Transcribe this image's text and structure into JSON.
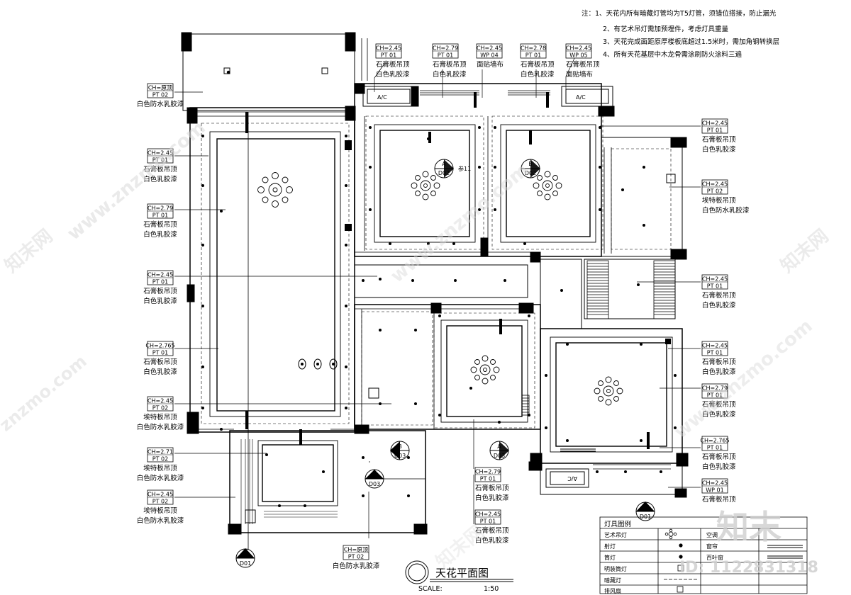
{
  "notes": [
    "注：1、天花内所有暗藏灯管均为T5灯管，须错位搭接，防止漏光",
    "2、有艺术吊灯需加预埋件，考虑灯具重量",
    "3、天花完成面距原厚楼板底超过1.5米时，需加角钢转换层",
    "4、所有天花基层中木龙骨需涂刷防火涂料三遍"
  ],
  "ac_label": "A/C",
  "callout_aside": "参11",
  "drawing_title": "天花平面图",
  "scale_label": "SCALE:",
  "scale_value": "1:50",
  "tags": [
    {
      "ch": "CH=原顶",
      "code": "PT 02",
      "l1": "白色防水乳胶漆",
      "l2": ""
    },
    {
      "ch": "CH=2.45",
      "code": "PT 01",
      "l1": "石膏板吊顶",
      "l2": "白色乳胶漆"
    },
    {
      "ch": "CH=2.79",
      "code": "PT 01",
      "l1": "石膏板吊顶",
      "l2": "白色乳胶漆"
    },
    {
      "ch": "CH=2.45",
      "code": "PT 01",
      "l1": "石膏板吊顶",
      "l2": "白色乳胶漆"
    },
    {
      "ch": "CH=2.765",
      "code": "PT 01",
      "l1": "石膏板吊顶",
      "l2": "白色乳胶漆"
    },
    {
      "ch": "CH=2.45",
      "code": "PT 02",
      "l1": "埃特板吊顶",
      "l2": "白色防水乳胶漆"
    },
    {
      "ch": "CH=2.71",
      "code": "PT 02",
      "l1": "埃特板吊顶",
      "l2": "白色防水乳胶漆"
    },
    {
      "ch": "CH=2.45",
      "code": "PT 02",
      "l1": "埃特板吊顶",
      "l2": "白色防水乳胶漆"
    },
    {
      "ch": "CH=原顶",
      "code": "PT 02",
      "l1": "白色防水乳胶漆",
      "l2": ""
    },
    {
      "ch": "CH=2.45",
      "code": "PT 01",
      "l1": "石膏板吊顶",
      "l2": "白色乳胶漆"
    },
    {
      "ch": "CH=2.79",
      "code": "PT 01",
      "l1": "石膏板吊顶",
      "l2": "白色乳胶漆"
    },
    {
      "ch": "CH=2.45",
      "code": "WP 04",
      "l1": "面贴墙布",
      "l2": ""
    },
    {
      "ch": "CH=2.78",
      "code": "PT 01",
      "l1": "石膏板吊顶",
      "l2": "白色乳胶漆"
    },
    {
      "ch": "CH=2.45",
      "code": "WP 05",
      "l1": "石膏板吊顶",
      "l2": "面贴墙布"
    },
    {
      "ch": "CH=2.45",
      "code": "PT 01",
      "l1": "石膏板吊顶",
      "l2": "白色乳胶漆"
    },
    {
      "ch": "CH=2.45",
      "code": "PT 02",
      "l1": "埃特板吊顶",
      "l2": "白色防水乳胶漆"
    },
    {
      "ch": "CH=2.45",
      "code": "PT 01",
      "l1": "石膏板吊顶",
      "l2": "白色乳胶漆"
    },
    {
      "ch": "CH=2.45",
      "code": "PT 01",
      "l1": "石膏板吊顶",
      "l2": "白色乳胶漆"
    },
    {
      "ch": "CH=2.79",
      "code": "PT 01",
      "l1": "石膏板吊顶",
      "l2": "白色乳胶漆"
    },
    {
      "ch": "CH=2.765",
      "code": "PT 01",
      "l1": "石膏板吊顶",
      "l2": "白色乳胶漆"
    },
    {
      "ch": "CH=2.45",
      "code": "WP 01",
      "l1": "石膏板吊顶",
      "l2": ""
    },
    {
      "ch": "CH=2.79",
      "code": "PT 01",
      "l1": "石膏板吊顶",
      "l2": "白色乳胶漆"
    },
    {
      "ch": "CH=2.45",
      "code": "PT 01",
      "l1": "石膏板吊顶",
      "l2": "白色乳胶漆"
    }
  ],
  "callouts": [
    {
      "letter": "A",
      "ref": "D02"
    },
    {
      "letter": "B",
      "ref": "D02"
    },
    {
      "letter": "B",
      "ref": "D03"
    },
    {
      "letter": "A",
      "ref": "D03"
    },
    {
      "letter": "C",
      "ref": "D03"
    },
    {
      "letter": "A",
      "ref": "D01"
    },
    {
      "letter": "A",
      "ref": "D01"
    }
  ],
  "legend": {
    "title": "灯具图例",
    "rows": [
      "艺术吊灯",
      "射灯",
      "筒灯",
      "明装筒灯",
      "暗藏灯",
      "排风扇"
    ],
    "right": [
      "空调",
      "窗帘",
      "百叶窗"
    ]
  },
  "watermarks": {
    "site": "www.znzmo.com",
    "site2": "znzmo.com",
    "brand": "知末网",
    "brand_big": "知末",
    "id": "ID: 1122831318"
  }
}
